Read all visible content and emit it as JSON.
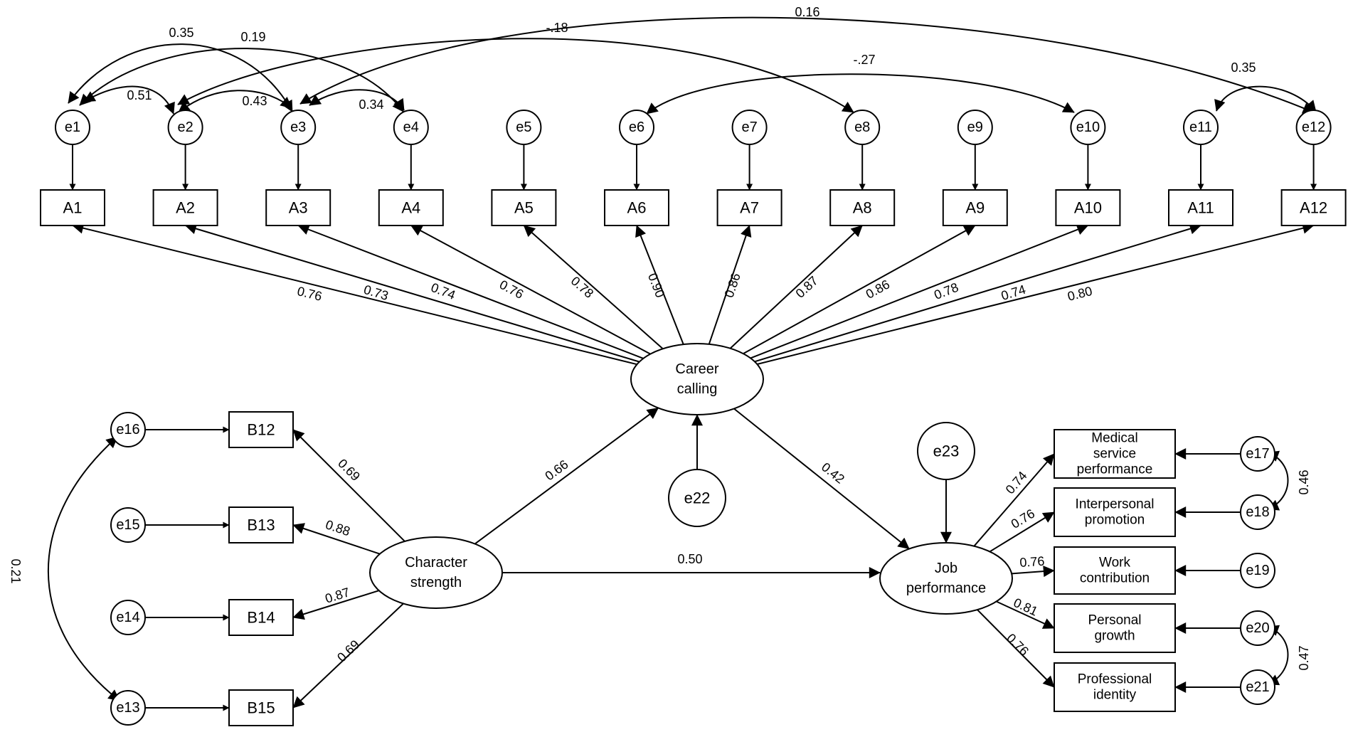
{
  "latents": {
    "career": {
      "line1": "Career",
      "line2": "calling"
    },
    "character": {
      "line1": "Character",
      "line2": "strength"
    },
    "job": {
      "line1": "Job",
      "line2": "performance"
    }
  },
  "career_indicators": [
    {
      "label": "A1",
      "error": "e1",
      "loading": "0.76"
    },
    {
      "label": "A2",
      "error": "e2",
      "loading": "0.73"
    },
    {
      "label": "A3",
      "error": "e3",
      "loading": "0.74"
    },
    {
      "label": "A4",
      "error": "e4",
      "loading": "0.76"
    },
    {
      "label": "A5",
      "error": "e5",
      "loading": "0.78"
    },
    {
      "label": "A6",
      "error": "e6",
      "loading": "0.90"
    },
    {
      "label": "A7",
      "error": "e7",
      "loading": "0.86"
    },
    {
      "label": "A8",
      "error": "e8",
      "loading": "0.87"
    },
    {
      "label": "A9",
      "error": "e9",
      "loading": "0.86"
    },
    {
      "label": "A10",
      "error": "e10",
      "loading": "0.78"
    },
    {
      "label": "A11",
      "error": "e11",
      "loading": "0.74"
    },
    {
      "label": "A12",
      "error": "e12",
      "loading": "0.80"
    }
  ],
  "character_indicators": [
    {
      "label": "B12",
      "error": "e16",
      "loading": "0.69"
    },
    {
      "label": "B13",
      "error": "e15",
      "loading": "0.88"
    },
    {
      "label": "B14",
      "error": "e14",
      "loading": "0.87"
    },
    {
      "label": "B15",
      "error": "e13",
      "loading": "0.69"
    }
  ],
  "job_indicators": [
    {
      "line1": "Medical",
      "line2": "service",
      "line3": "performance",
      "error": "e17",
      "loading": "0.74"
    },
    {
      "line1": "Interpersonal",
      "line2": "promotion",
      "line3": "",
      "error": "e18",
      "loading": "0.76"
    },
    {
      "line1": "Work",
      "line2": "contribution",
      "line3": "",
      "error": "e19",
      "loading": "0.76"
    },
    {
      "line1": "Personal",
      "line2": "growth",
      "line3": "",
      "error": "e20",
      "loading": "0.81"
    },
    {
      "line1": "Professional",
      "line2": "identity",
      "line3": "",
      "error": "e21",
      "loading": "0.76"
    }
  ],
  "structural_errors": {
    "career": "e22",
    "job": "e23"
  },
  "paths": {
    "character_to_career": "0.66",
    "career_to_job": "0.42",
    "character_to_job": "0.50"
  },
  "covariances": [
    {
      "between": [
        "e1",
        "e3"
      ],
      "value": "0.35"
    },
    {
      "between": [
        "e1",
        "e4"
      ],
      "value": "0.19"
    },
    {
      "between": [
        "e2",
        "e8"
      ],
      "value": "-.18"
    },
    {
      "between": [
        "e3",
        "e12"
      ],
      "value": "0.16"
    },
    {
      "between": [
        "e1",
        "e2"
      ],
      "value": "0.51"
    },
    {
      "between": [
        "e2",
        "e3"
      ],
      "value": "0.43"
    },
    {
      "between": [
        "e3",
        "e4"
      ],
      "value": "0.34"
    },
    {
      "between": [
        "e6",
        "e10"
      ],
      "value": "-.27"
    },
    {
      "between": [
        "e11",
        "e12"
      ],
      "value": "0.35"
    },
    {
      "between": [
        "e13",
        "e16"
      ],
      "value": "0.21"
    },
    {
      "between": [
        "e17",
        "e18"
      ],
      "value": "0.46"
    },
    {
      "between": [
        "e20",
        "e21"
      ],
      "value": "0.47"
    }
  ]
}
